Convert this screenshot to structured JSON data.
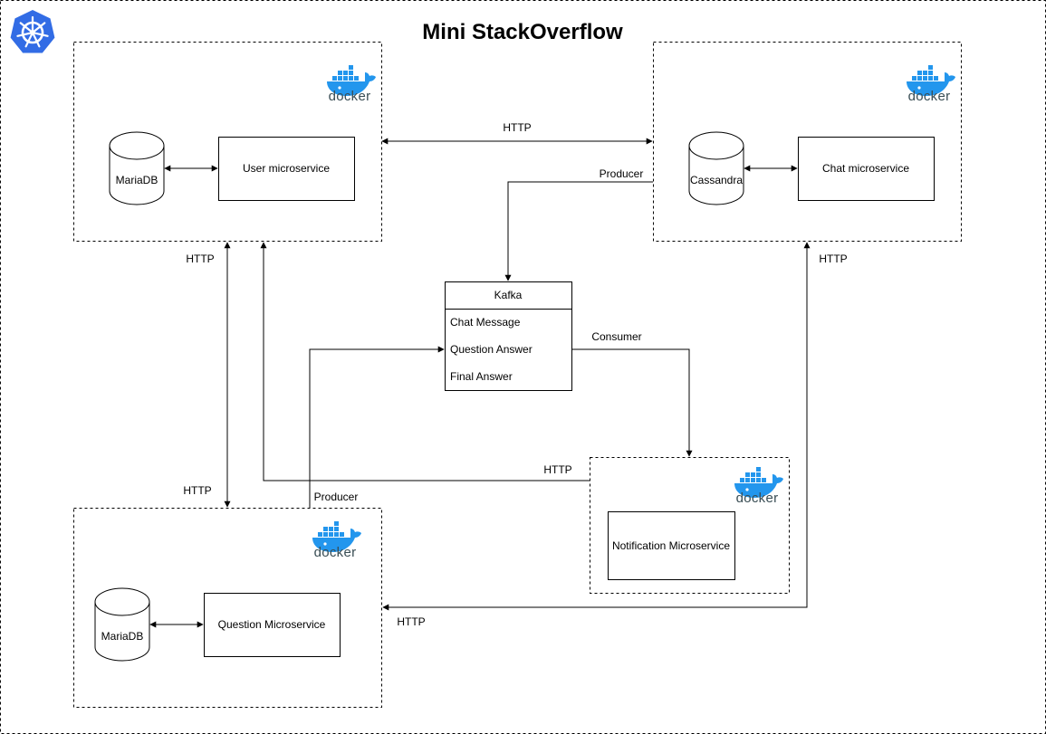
{
  "title": "Mini StackOverflow",
  "icons": {
    "kubernetes": "kubernetes-icon",
    "docker": "docker-icon",
    "docker_label": "docker"
  },
  "colors": {
    "kubernetes_blue": "#326ce5",
    "docker_blue": "#2396ed",
    "docker_text": "#394d54",
    "line": "#000000"
  },
  "nodes": {
    "user_db": "MariaDB",
    "user_service": "User microservice",
    "chat_db": "Cassandra",
    "chat_service": "Chat microservice",
    "question_db": "MariaDB",
    "question_service": "Question Microservice",
    "notification_service": "Notification Microservice"
  },
  "kafka": {
    "title": "Kafka",
    "topics": [
      "Chat Message",
      "Question Answer",
      "Final Answer"
    ]
  },
  "edges": {
    "user_chat_http": "HTTP",
    "chat_kafka_producer": "Producer",
    "user_question_http_top": "HTTP",
    "user_question_http_bottom": "HTTP",
    "chat_question_http_top": "HTTP",
    "chat_question_http_bottom": "HTTP",
    "kafka_notification_consumer": "Consumer",
    "notification_user_http": "HTTP",
    "question_kafka_producer": "Producer"
  }
}
